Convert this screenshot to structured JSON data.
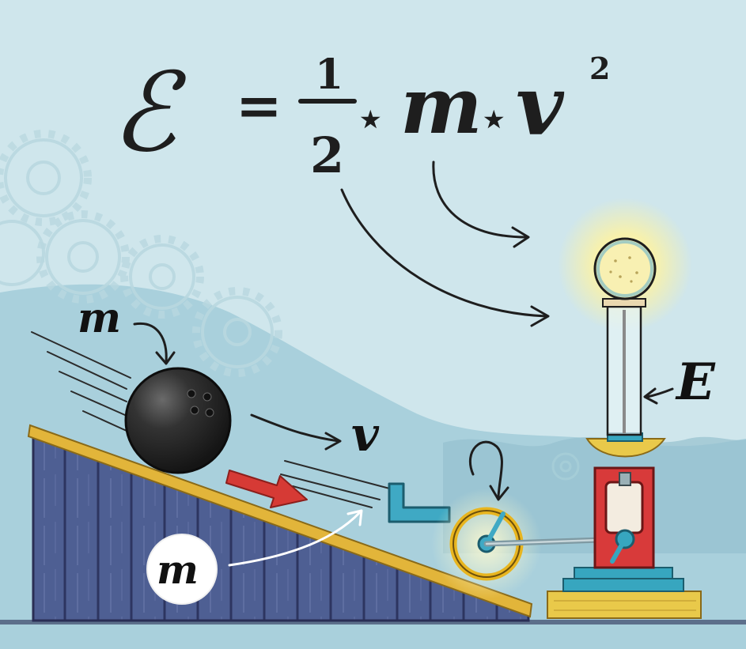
{
  "equation": {
    "lhs": "ℰ",
    "equals": "=",
    "numerator": "1",
    "denominator": "2",
    "op1": "⋆",
    "mass": "m",
    "op2": "⋆",
    "velocity": "v",
    "exponent": "2"
  },
  "labels": {
    "mass_top": "m",
    "velocity": "v",
    "energy": "E",
    "mass_bottom": "m"
  },
  "colors": {
    "background": "#cfe6ec",
    "hill": "#a9d0dc",
    "ramp_wood": "#4e5f93",
    "ramp_edge": "#e2b53a",
    "ball": "#2b2b2b",
    "arrow_red": "#d63a35",
    "lamp_red": "#d83a3a",
    "base_teal": "#37a6bf",
    "base_yellow": "#e9c94a",
    "glow": "#fff7a8"
  },
  "icons": [
    "gear-icon",
    "bowling-ball-icon",
    "light-bulb-icon",
    "wheel-icon",
    "crank-icon",
    "motion-arrow-icon"
  ]
}
